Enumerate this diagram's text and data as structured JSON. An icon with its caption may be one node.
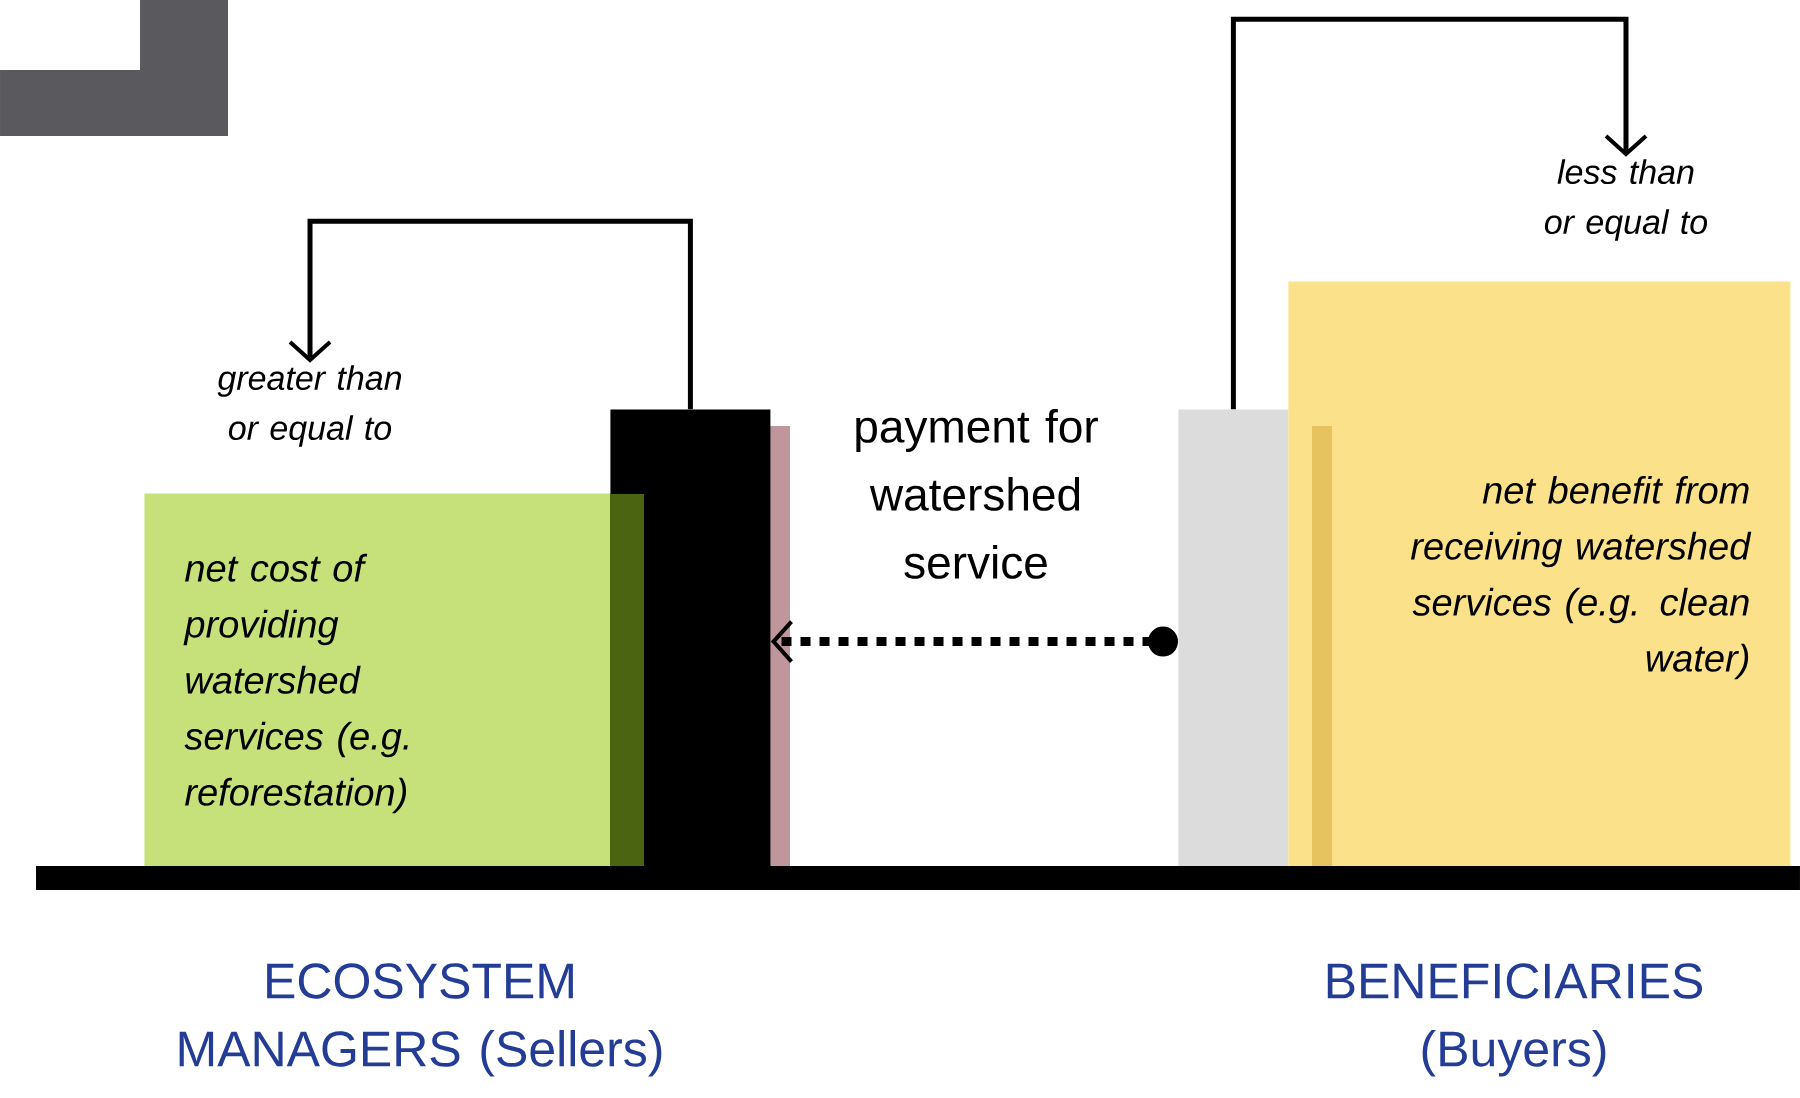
{
  "diagram": {
    "nodes": [
      {
        "text": [
          "greater than or equal to"
        ]
      },
      {
        "text": [
          "less than or equal to"
        ]
      },
      {
        "text": [
          "net cost of providing watershed services (e.g. reforestation)"
        ]
      },
      {
        "text": [],
        "shape": "bar"
      },
      {
        "text": [],
        "shape": "bar"
      },
      {
        "text": [
          "net benefit from receiving watershed services (e.g. clean water)"
        ]
      }
    ],
    "edges": [
      {
        "from": 3,
        "to": 0,
        "arrow": "to"
      },
      {
        "from": 4,
        "to": 1,
        "arrow": "to"
      },
      {
        "from": 4,
        "to": 3,
        "arrow": "to",
        "style": "dashed",
        "label": "payment for watershed service"
      }
    ],
    "labels": [
      "ECOSYSTEM MANAGERS (Sellers)",
      "BENEFICIARIES (Buyers)"
    ]
  }
}
